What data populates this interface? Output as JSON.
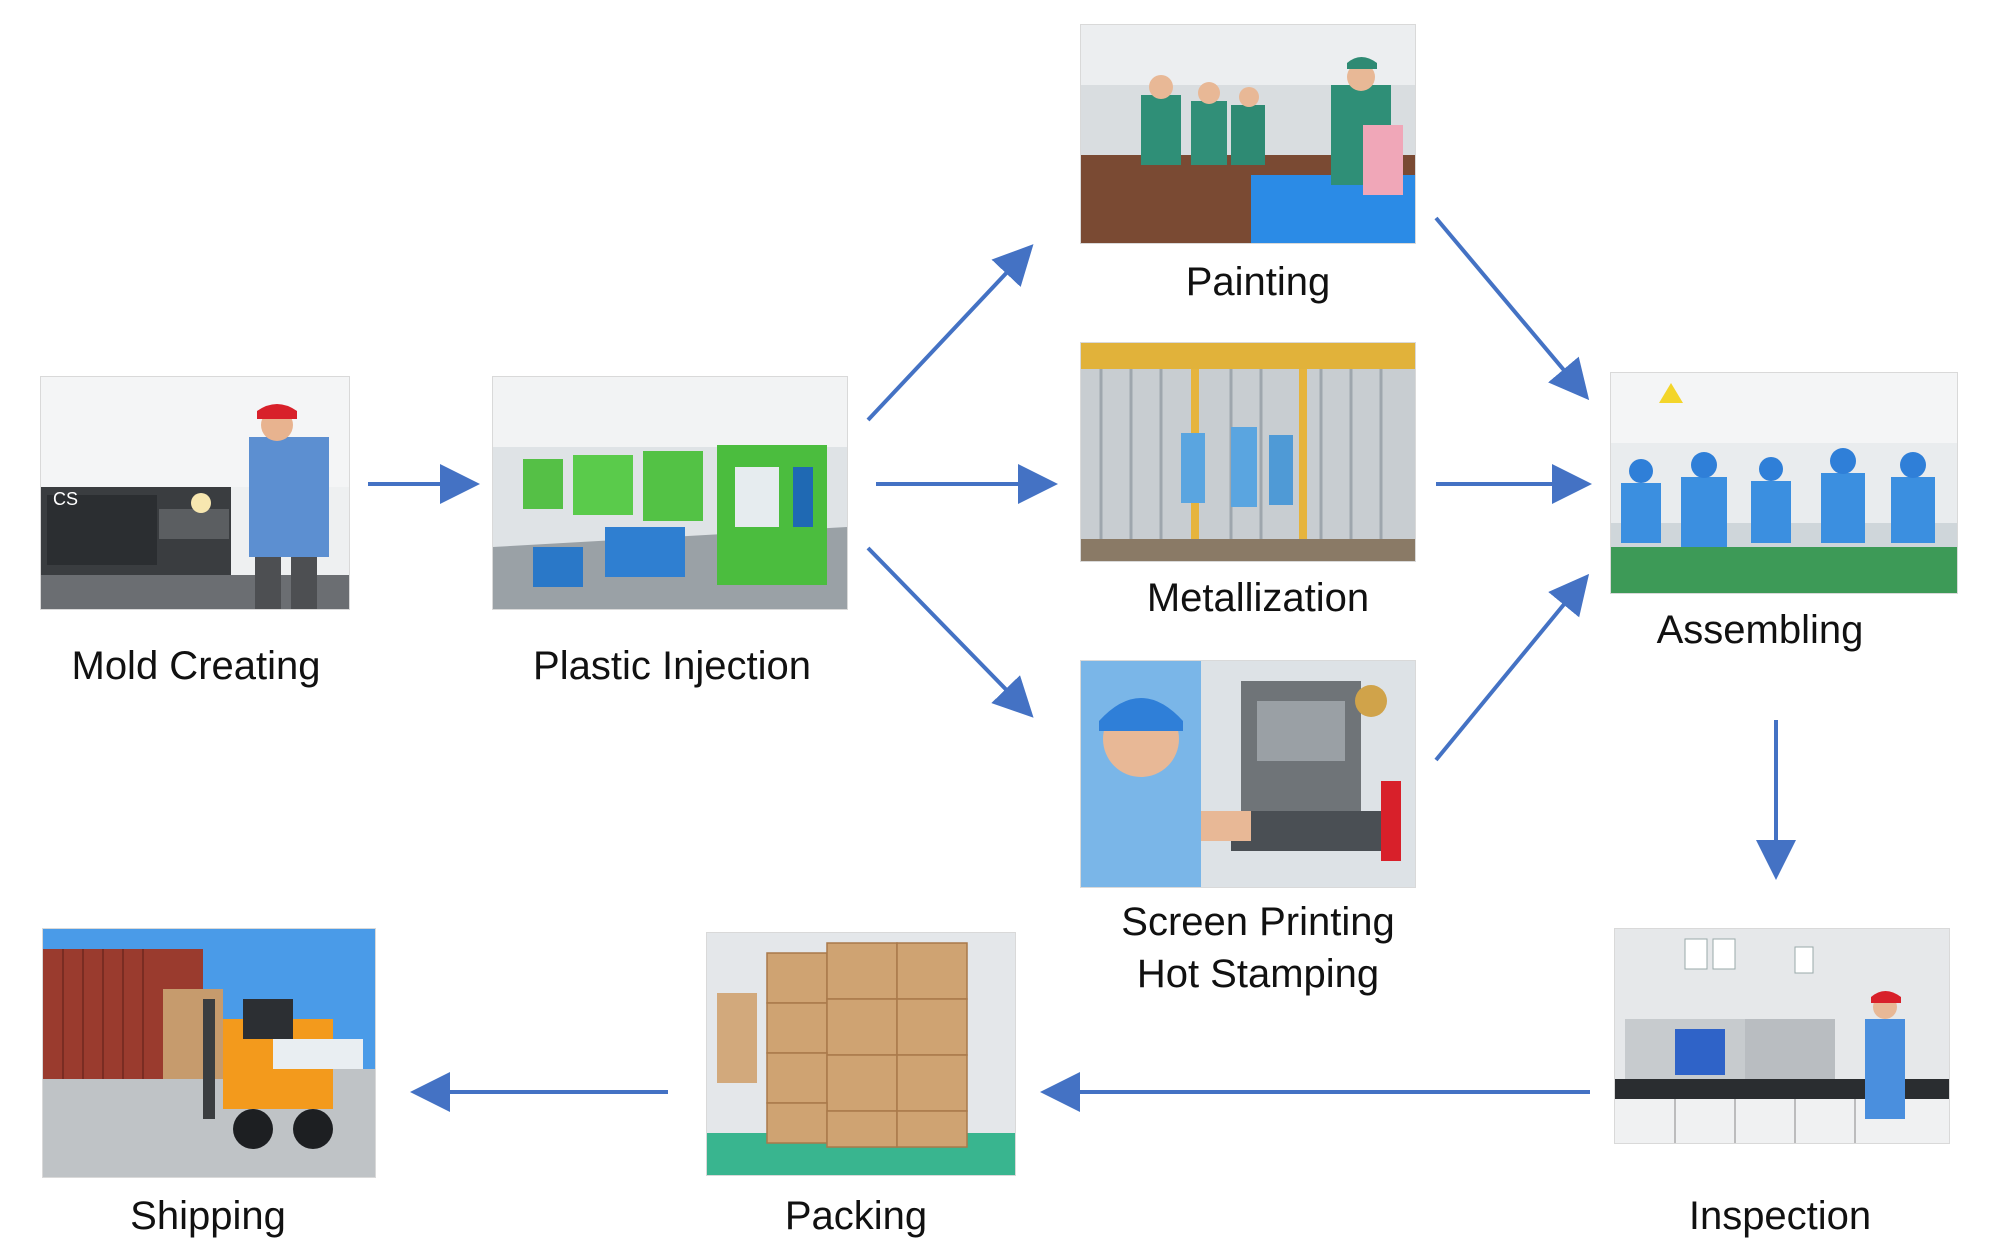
{
  "diagram": {
    "accent_color": "#4472C4",
    "steps": [
      {
        "id": "mold",
        "label": "Mold Creating",
        "image_icon": "lathe-machinist-photo"
      },
      {
        "id": "plastic",
        "label": "Plastic Injection",
        "image_icon": "injection-molding-machines-photo"
      },
      {
        "id": "painting",
        "label": "Painting",
        "image_icon": "workers-painting-line-photo"
      },
      {
        "id": "metallization",
        "label": "Metallization",
        "image_icon": "metallization-racks-photo"
      },
      {
        "id": "screen",
        "label": "Screen Printing\nHot Stamping",
        "image_icon": "hot-stamping-machine-photo"
      },
      {
        "id": "assembling",
        "label": "Assembling",
        "image_icon": "assembly-line-workers-photo"
      },
      {
        "id": "inspection",
        "label": "Inspection",
        "image_icon": "inspection-lab-photo"
      },
      {
        "id": "packing",
        "label": "Packing",
        "image_icon": "stacked-cartons-photo"
      },
      {
        "id": "shipping",
        "label": "Shipping",
        "image_icon": "forklift-container-photo"
      }
    ],
    "flows": [
      {
        "from": "mold",
        "to": "plastic"
      },
      {
        "from": "plastic",
        "to": "painting"
      },
      {
        "from": "plastic",
        "to": "metallization"
      },
      {
        "from": "plastic",
        "to": "screen"
      },
      {
        "from": "painting",
        "to": "assembling"
      },
      {
        "from": "metallization",
        "to": "assembling"
      },
      {
        "from": "screen",
        "to": "assembling"
      },
      {
        "from": "assembling",
        "to": "inspection"
      },
      {
        "from": "inspection",
        "to": "packing"
      },
      {
        "from": "packing",
        "to": "shipping"
      }
    ]
  }
}
